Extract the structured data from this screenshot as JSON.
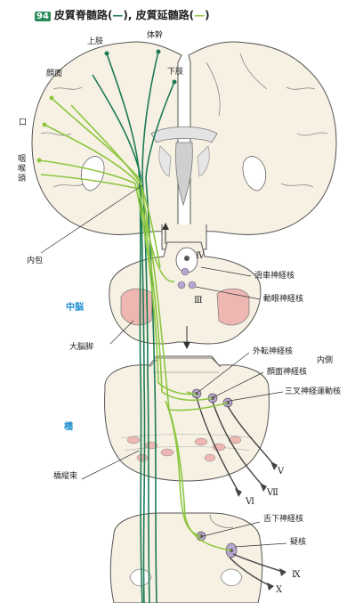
{
  "title": {
    "badge": "94",
    "part1": "皮質脊髄路",
    "legend1": "—",
    "sep": "),",
    "part2": "皮質延髄路",
    "legend2": "—"
  },
  "labels": {
    "upper_limb": "上肢",
    "trunk": "体幹",
    "face": "顔面",
    "lower_limb": "下肢",
    "mouth": "口",
    "pharynx_larynx": "咽喉頭",
    "internal_capsule": "内包",
    "midbrain": "中脳",
    "cerebral_peduncle": "大脳脚",
    "pons": "橋",
    "longitudinal_pontine": "橋縦束",
    "trochlear_nucleus": "滑車神経核",
    "oculomotor_nucleus": "動眼神経核",
    "abducens_nucleus": "外転神経核",
    "facial_nucleus": "顔面神経核",
    "trigeminal_motor_nucleus": "三叉神経運動核",
    "hypoglossal_nucleus": "舌下神経核",
    "nucleus_ambiguus": "疑核",
    "medial": "内側"
  },
  "roman": {
    "iv": "Ⅳ",
    "iii": "Ⅲ",
    "v": "Ⅴ",
    "vii": "Ⅶ",
    "vi": "Ⅵ",
    "ix": "Ⅸ",
    "x": "Ⅹ"
  },
  "colors": {
    "corticospinal": "#1c7a54",
    "corticobulbar": "#8cc63f",
    "brain_fill": "#f7f1e4",
    "outline": "#555555",
    "nucleus": "#b7a6d1",
    "peduncle": "#eeb7b2",
    "section_label": "#1f8fd1"
  }
}
